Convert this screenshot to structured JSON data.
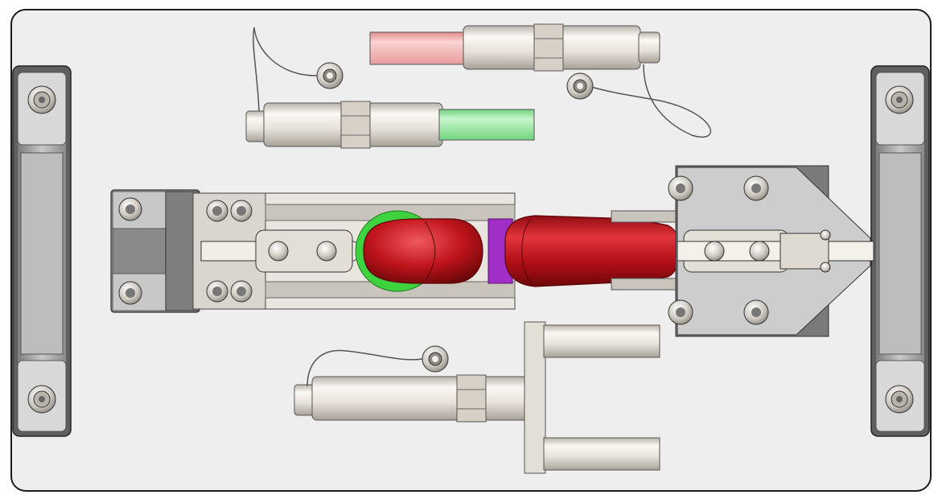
{
  "colors": {
    "plate": "#eeeeee",
    "plate_edge": "#1c1c1c",
    "metal_light": "#f2efe9",
    "metal_mid": "#cfcac2",
    "metal_dark": "#9a958d",
    "rail_dark": "#6e6e6e",
    "rail_mid": "#b9b9b9",
    "clamp_body": "#8c8c8c",
    "handle_red": "#c8121b",
    "handle_red_dark": "#7d0a0f",
    "pin_pink": "#f4a6a6",
    "pin_green": "#8fe69a",
    "bushing_green": "#3fd23f",
    "spacer_purple": "#a12ec7",
    "cable": "#555555"
  },
  "parts": {
    "baseplate": "base-plate",
    "rails": [
      "left-rail",
      "right-rail"
    ],
    "toggle_clamp": "toggle-clamp",
    "locating_pins": [
      "top-pin-pink",
      "middle-pin-green",
      "bottom-double-pin"
    ]
  }
}
